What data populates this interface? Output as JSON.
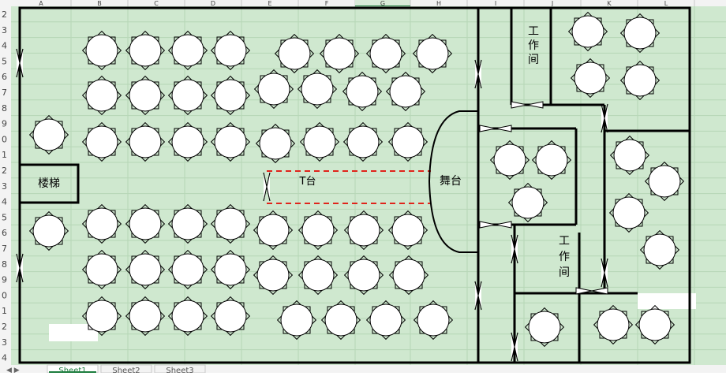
{
  "columns": [
    "A",
    "B",
    "C",
    "D",
    "E",
    "F",
    "G",
    "H",
    "I",
    "J",
    "K",
    "L"
  ],
  "row_labels": [
    "2",
    "3",
    "4",
    "5",
    "6",
    "7",
    "8",
    "9",
    "0",
    "1",
    "2",
    "3",
    "4",
    "5",
    "6",
    "7",
    "8",
    "9",
    "0",
    "1",
    "2",
    "3",
    "4"
  ],
  "labels": {
    "stairs": "楼梯",
    "t_stage": "T台",
    "stage": "舞台",
    "workroom": "工作间"
  },
  "sheet_tabs": [
    "Sheet1",
    "Sheet2",
    "Sheet3"
  ],
  "colors": {
    "floor": "#cfe8cf",
    "grid": "#b6d6b6",
    "wall": "#000000",
    "runway": "#e0241b",
    "header": "#f3f3f3",
    "selected_col": "#1d7d3e"
  }
}
